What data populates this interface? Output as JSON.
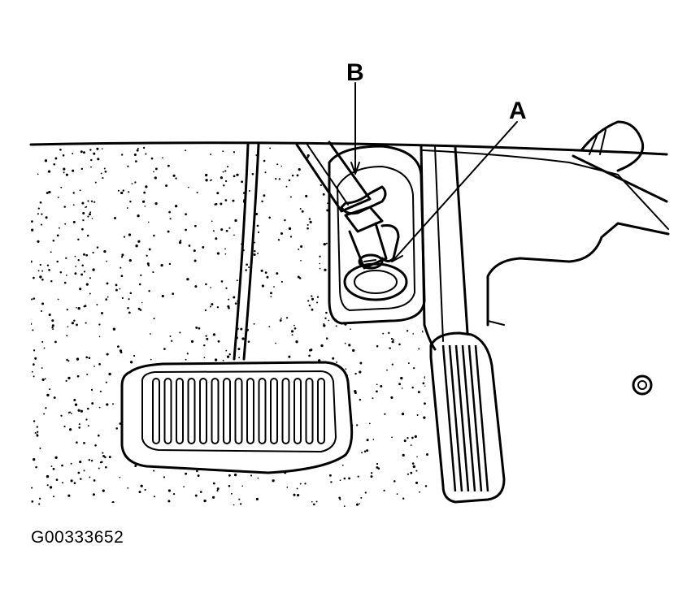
{
  "callouts": {
    "a": "A",
    "b": "B"
  },
  "figure_id": "G00333652",
  "colors": {
    "ink": "#000000",
    "paper": "#ffffff"
  }
}
